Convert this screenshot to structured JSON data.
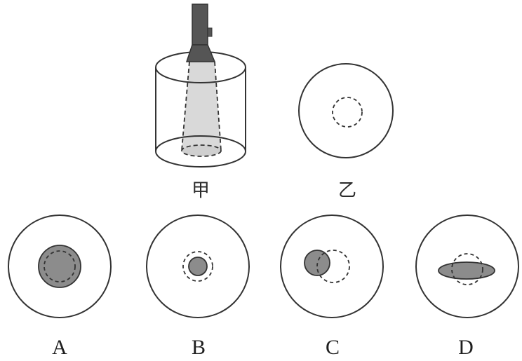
{
  "labels": {
    "jia": "甲",
    "yi": "乙",
    "a": "A",
    "b": "B",
    "c": "C",
    "d": "D"
  },
  "colors": {
    "outline": "#333333",
    "spot_fill": "#8c8c8c",
    "beam_fill": "#d9d9d9",
    "torch_fill": "#555555"
  }
}
